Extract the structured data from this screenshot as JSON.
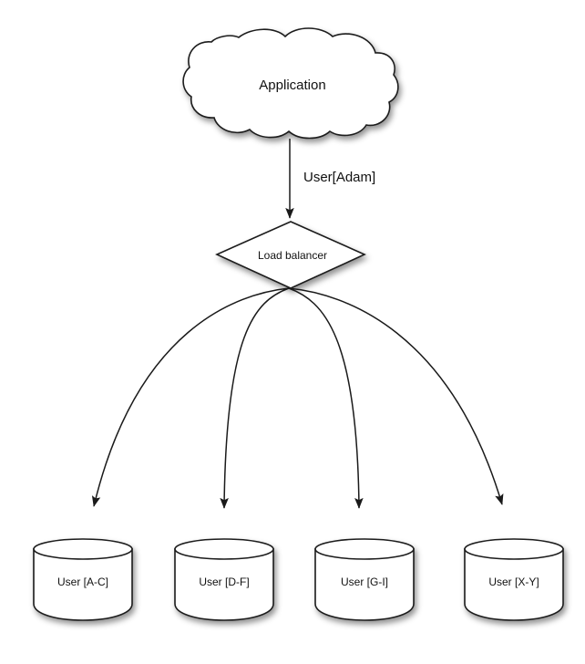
{
  "diagram": {
    "title_text": "Application",
    "background_color": "#ffffff",
    "stroke_color": "#1a1a1a",
    "nodes": {
      "cloud": {
        "label": "Application",
        "shape": "cloud",
        "icon": "cloud-icon"
      },
      "load_balancer": {
        "label": "Load balancer",
        "shape": "diamond",
        "icon": "diamond-decision-icon"
      }
    },
    "edges": {
      "app_to_lb": {
        "label": "User[Adam]",
        "arrow": "arrow-down-icon"
      }
    },
    "databases": [
      {
        "label": "User [A-C]",
        "icon": "database-cylinder-icon"
      },
      {
        "label": "User [D-F]",
        "icon": "database-cylinder-icon"
      },
      {
        "label": "User [G-I]",
        "icon": "database-cylinder-icon"
      },
      {
        "label": "User [X-Y]",
        "icon": "database-cylinder-icon"
      }
    ]
  }
}
